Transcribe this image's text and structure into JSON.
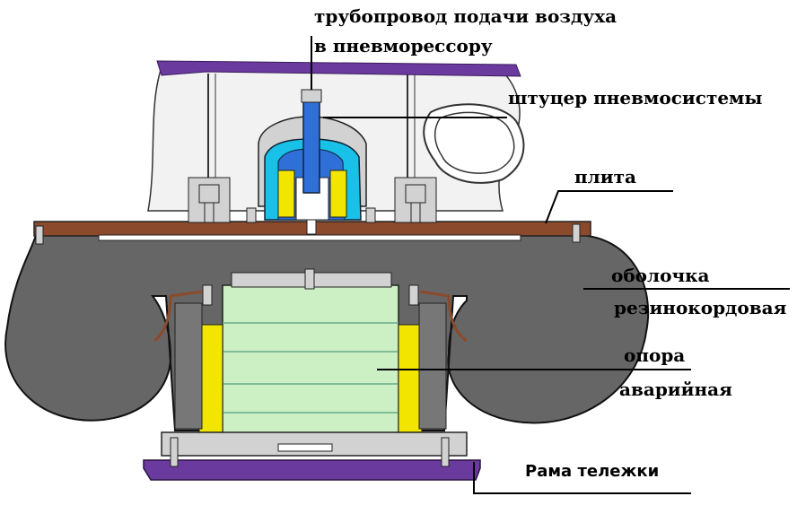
{
  "labels": {
    "air_pipe_line1": "трубопровод подачи воздуха",
    "air_pipe_line2": "в пневморессору",
    "fitting": "штуцер пневмосистемы",
    "plate": "плита",
    "shell_line1": "оболочка",
    "shell_line2": "резинокордовая",
    "support_line1": "опора",
    "support_line2": "аварийная",
    "frame": "Рама тележки"
  },
  "colors": {
    "rubber_shell": "#666666",
    "plate": "#8b4a2b",
    "frame": "#6b3a9e",
    "emergency_support": "#ccf0c4",
    "yellow_inserts": "#f2e600",
    "fitting_blue": "#2f6fd8",
    "fitting_cyan": "#19c0e8",
    "metal": "#d2d2d2"
  }
}
